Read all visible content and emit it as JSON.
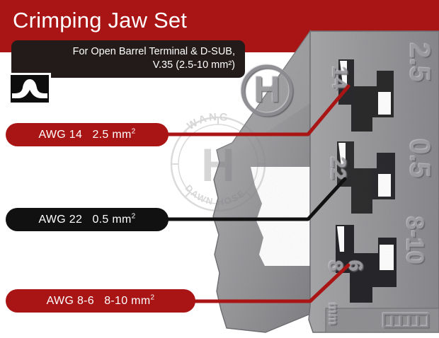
{
  "header": {
    "title": "Crimping Jaw Set",
    "band_color": "#a91414"
  },
  "subtitle": {
    "line1": "For Open Barrel Terminal & D-SUB,",
    "line2": "V.35 (2.5-10 mm²)",
    "box_color": "#231a1a"
  },
  "icon": {
    "name": "crimp-profile-icon"
  },
  "callouts": [
    {
      "id": "callout-1",
      "awg": "AWG 14",
      "area": "2.5 mm",
      "sup": "2",
      "text": "AWG 14   2.5 mm²",
      "color": "#a91414",
      "style": "red",
      "points_to": "14"
    },
    {
      "id": "callout-2",
      "awg": "AWG 22",
      "area": "0.5 mm",
      "sup": "2",
      "text": "AWG 22   0.5 mm²",
      "color": "#111111",
      "style": "black",
      "points_to": "22"
    },
    {
      "id": "callout-3",
      "awg": "AWG 8-6",
      "area": "8-10 mm",
      "sup": "2",
      "text": "AWG 8-6   8-10 mm²",
      "color": "#a91414",
      "style": "red",
      "points_to": "8 6"
    }
  ],
  "tool": {
    "name": "crimping-jaw",
    "body_color": "#9a9a9c",
    "embossed_marks": [
      {
        "label": "2.5",
        "position": "top-right"
      },
      {
        "label": "14",
        "position": "upper-left-die"
      },
      {
        "label": "0.5",
        "position": "middle-right"
      },
      {
        "label": "22",
        "position": "middle-left-die"
      },
      {
        "label": "8-10",
        "position": "lower-right"
      },
      {
        "label": "8",
        "position": "bottom-left-die"
      },
      {
        "label": "6",
        "position": "bottom-left-die"
      },
      {
        "label": "H",
        "position": "center-circle"
      },
      {
        "label": "mm",
        "position": "bottom-edge"
      }
    ]
  },
  "watermark": {
    "logo_letter": "H",
    "arc_top": "WANG",
    "arc_bottom": "DAWN HOSE"
  }
}
